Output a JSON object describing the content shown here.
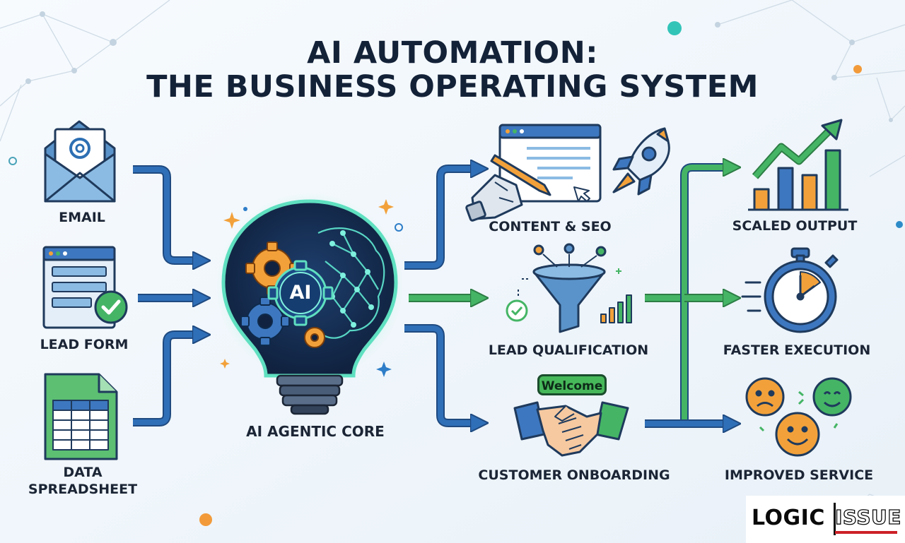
{
  "title": {
    "line1": "AI AUTOMATION:",
    "line2": "THE BUSINESS OPERATING SYSTEM"
  },
  "inputs": [
    {
      "label": "EMAIL",
      "icon": "envelope-at-icon"
    },
    {
      "label": "LEAD FORM",
      "icon": "form-check-icon"
    },
    {
      "label": "DATA",
      "label2": "SPREADSHEET",
      "icon": "spreadsheet-icon"
    }
  ],
  "core": {
    "label": "AI AGENTIC CORE",
    "badge": "AI",
    "icon": "lightbulb-brain-gears-icon"
  },
  "processes": [
    {
      "label": "CONTENT & SEO",
      "icon": "robot-hand-writing-icon"
    },
    {
      "label": "LEAD QUALIFICATION",
      "icon": "funnel-icon"
    },
    {
      "label": "CUSTOMER ONBOARDING",
      "icon": "handshake-icon",
      "bubble": "Welcome"
    }
  ],
  "outcomes": [
    {
      "label": "SCALED OUTPUT",
      "icon": "bar-chart-growth-icon"
    },
    {
      "label": "FASTER EXECUTION",
      "icon": "stopwatch-icon"
    },
    {
      "label": "IMPROVED SERVICE",
      "icon": "smiley-faces-icon"
    }
  ],
  "logo": {
    "part1": "LOGIC",
    "part2": "ISSUE"
  },
  "colors": {
    "blue": "#2f6fb8",
    "green": "#45b565",
    "orange": "#f2a13a",
    "dark": "#142238",
    "glow": "#5fe0c0"
  }
}
